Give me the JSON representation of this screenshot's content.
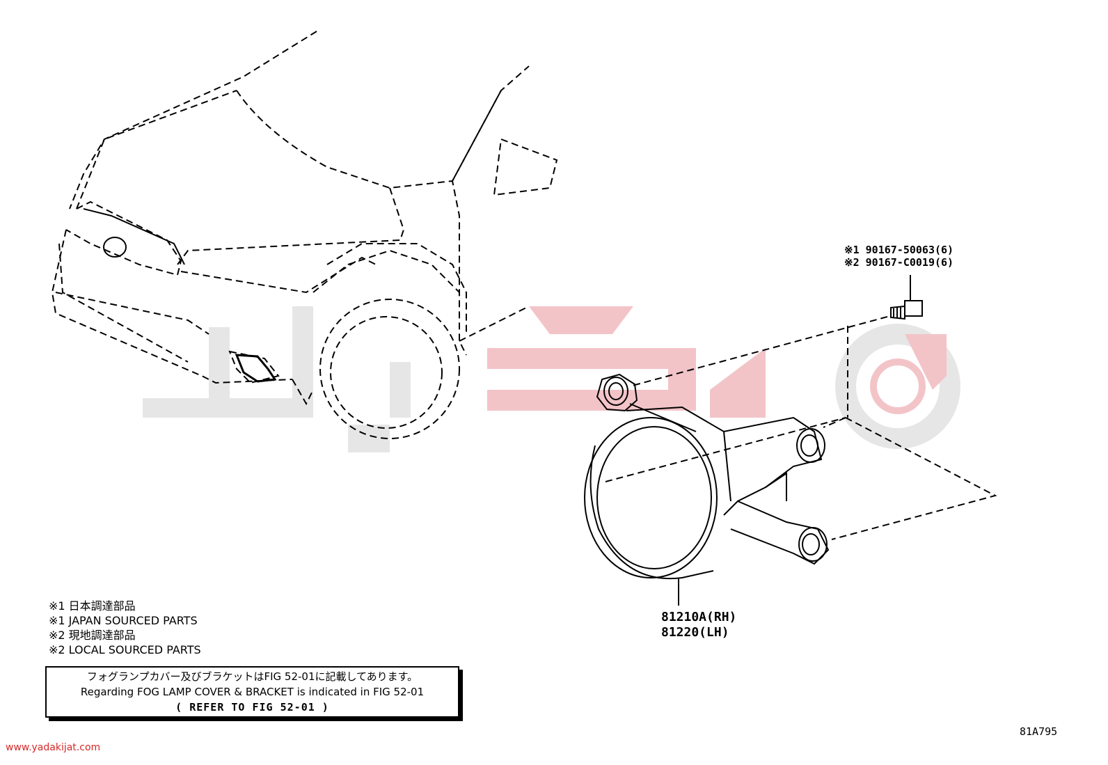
{
  "legend": [
    "※1 日本調達部品",
    "※1 JAPAN SOURCED PARTS",
    "※2 現地調達部品",
    "※2 LOCAL SOURCED PARTS"
  ],
  "screw": {
    "line1": "※1 90167-50063(6)",
    "line2": "※2 90167-C0019(6)"
  },
  "lamp": {
    "rh": "81210A(RH)",
    "lh": "81220(LH)"
  },
  "note": {
    "jp": "フォグランプカバー及びブラケットはFIG 52-01に記載してあります。",
    "en": "Regarding FOG LAMP COVER & BRACKET is indicated in FIG 52-01",
    "ref": "(  REFER TO FIG 52-01  )"
  },
  "watermark_url": "www.yadakijat.com",
  "figure_id": "81A795",
  "colors": {
    "line": "#000000",
    "watermark_gray": "#e6e6e6",
    "watermark_red": "#f2c4c8",
    "url_red": "#d62828"
  }
}
